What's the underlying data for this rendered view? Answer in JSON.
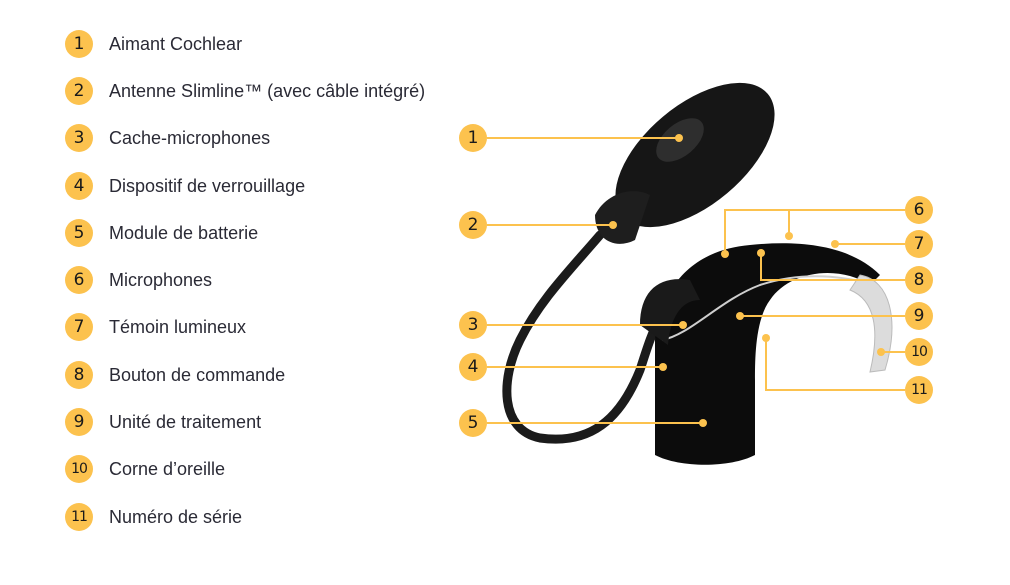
{
  "accent_color": "#fcc24e",
  "legend": [
    {
      "number": "1",
      "label": "Aimant Cochlear"
    },
    {
      "number": "2",
      "label": "Antenne Slimline™ (avec câble intégré)"
    },
    {
      "number": "3",
      "label": "Cache-microphones"
    },
    {
      "number": "4",
      "label": "Dispositif de verrouillage"
    },
    {
      "number": "5",
      "label": "Module de batterie"
    },
    {
      "number": "6",
      "label": "Microphones"
    },
    {
      "number": "7",
      "label": "Témoin lumineux"
    },
    {
      "number": "8",
      "label": "Bouton de commande"
    },
    {
      "number": "9",
      "label": "Unité de traitement"
    },
    {
      "number": "10",
      "label": "Corne d’oreille"
    },
    {
      "number": "11",
      "label": "Numéro de série"
    }
  ]
}
